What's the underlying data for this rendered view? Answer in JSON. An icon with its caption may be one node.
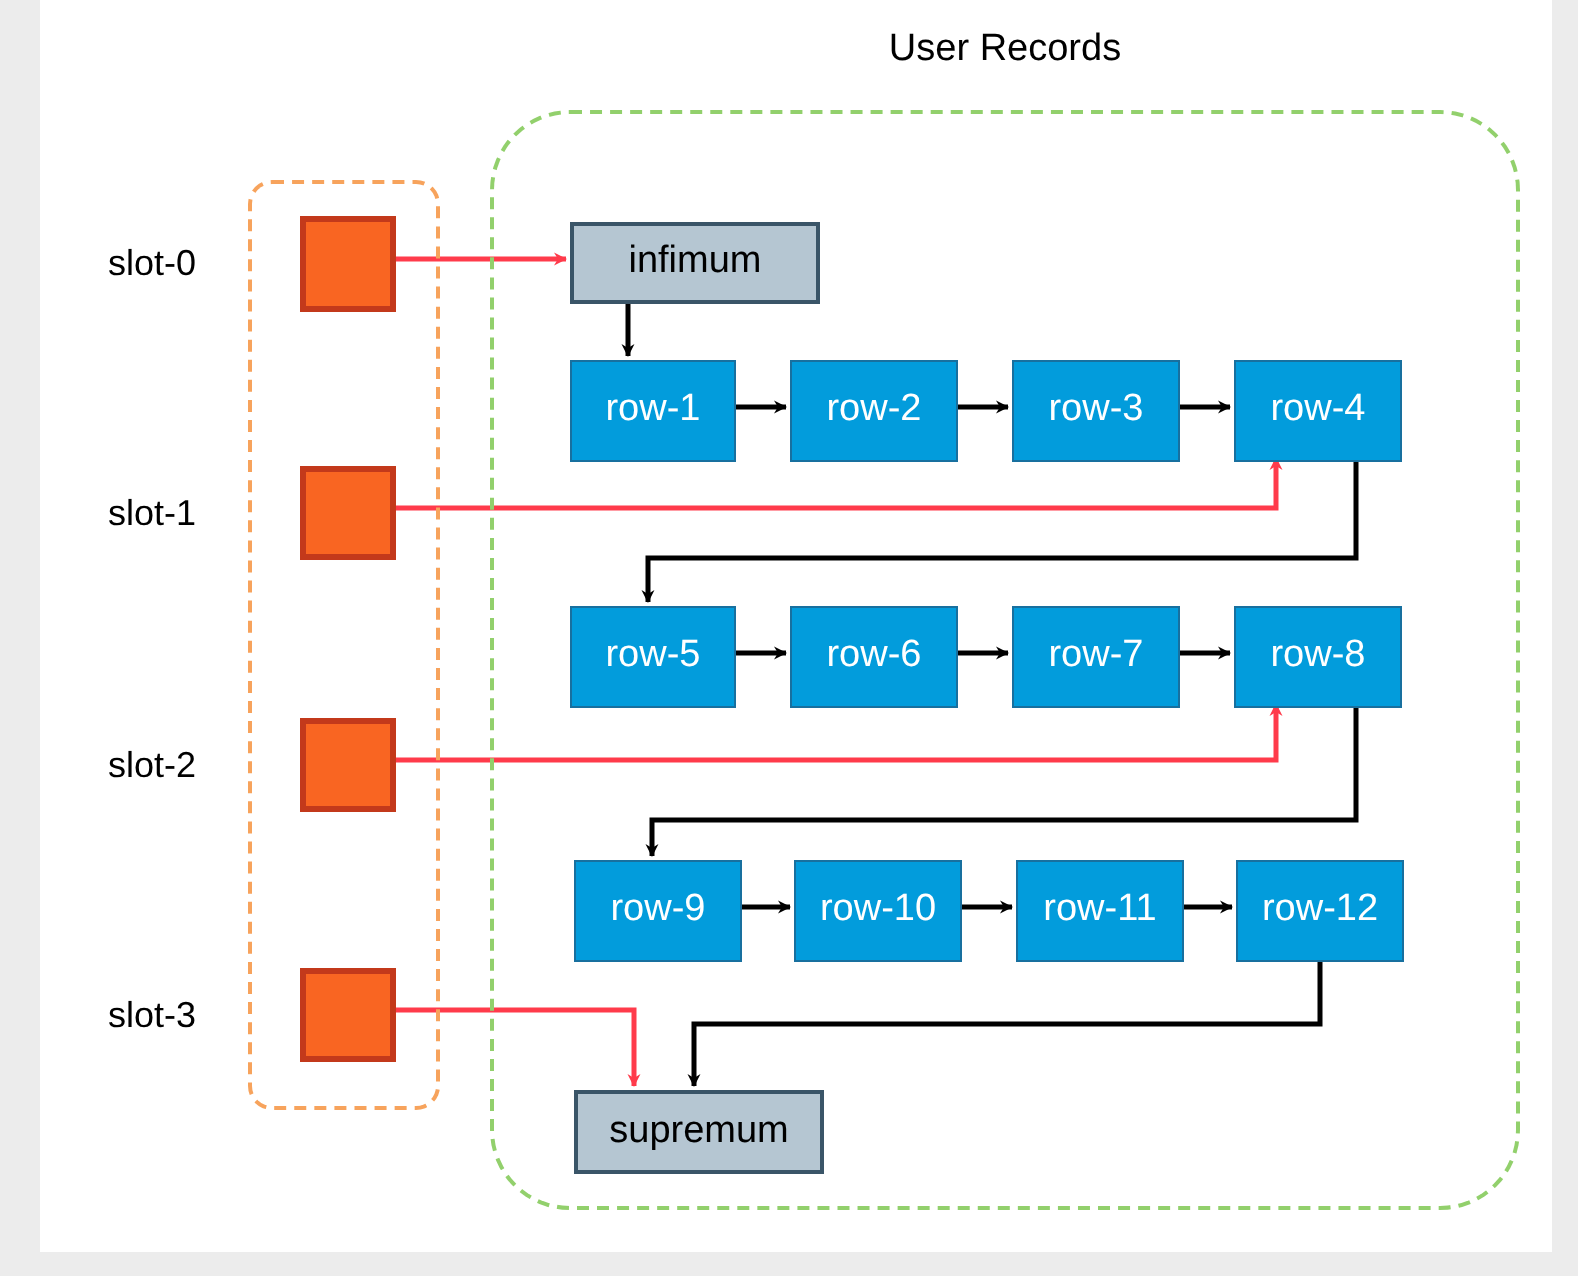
{
  "diagram": {
    "nodes": [
      {
        "text": [
          "User Records"
        ]
      },
      {
        "text": [],
        "shape": "box"
      },
      {
        "text": [],
        "shape": "box",
        "in": 1,
        "beside": [
          "slot-0"
        ]
      },
      {
        "text": [],
        "shape": "box",
        "in": 1,
        "beside": [
          "slot-1"
        ]
      },
      {
        "text": [],
        "shape": "box",
        "in": 1,
        "beside": [
          "slot-2"
        ]
      },
      {
        "text": [],
        "shape": "box",
        "in": 1,
        "beside": [
          "slot-3"
        ]
      },
      {
        "text": [
          "infimum"
        ],
        "in": 0
      },
      {
        "text": [
          "row-1"
        ],
        "in": 0
      },
      {
        "text": [
          "row-2"
        ],
        "in": 0
      },
      {
        "text": [
          "row-3"
        ],
        "in": 0
      },
      {
        "text": [
          "row-4"
        ],
        "in": 0
      },
      {
        "text": [
          "row-5"
        ],
        "in": 0
      },
      {
        "text": [
          "row-6"
        ],
        "in": 0
      },
      {
        "text": [
          "row-7"
        ],
        "in": 0
      },
      {
        "text": [
          "row-8"
        ],
        "in": 0
      },
      {
        "text": [
          "row-9"
        ],
        "in": 0
      },
      {
        "text": [
          "row-10"
        ],
        "in": 0
      },
      {
        "text": [
          "row-11"
        ],
        "in": 0
      },
      {
        "text": [
          "row-12"
        ],
        "in": 0
      },
      {
        "text": [
          "supremum"
        ],
        "in": 0
      }
    ],
    "edges": [
      {
        "from": 2,
        "to": 6,
        "arrow": "to",
        "color": "#ff3b4b"
      },
      {
        "from": 3,
        "to": 10,
        "arrow": "to",
        "color": "#ff3b4b"
      },
      {
        "from": 4,
        "to": 14,
        "arrow": "to",
        "color": "#ff3b4b"
      },
      {
        "from": 5,
        "to": 19,
        "arrow": "to",
        "color": "#ff3b4b"
      },
      {
        "from": 6,
        "to": 7,
        "arrow": "to"
      },
      {
        "from": 7,
        "to": 8,
        "arrow": "to"
      },
      {
        "from": 8,
        "to": 9,
        "arrow": "to"
      },
      {
        "from": 9,
        "to": 10,
        "arrow": "to"
      },
      {
        "from": 10,
        "to": 11,
        "arrow": "to"
      },
      {
        "from": 11,
        "to": 12,
        "arrow": "to"
      },
      {
        "from": 12,
        "to": 13,
        "arrow": "to"
      },
      {
        "from": 13,
        "to": 14,
        "arrow": "to"
      },
      {
        "from": 14,
        "to": 15,
        "arrow": "to"
      },
      {
        "from": 15,
        "to": 16,
        "arrow": "to"
      },
      {
        "from": 16,
        "to": 17,
        "arrow": "to"
      },
      {
        "from": 17,
        "to": 18,
        "arrow": "to"
      },
      {
        "from": 18,
        "to": 19,
        "arrow": "to"
      }
    ]
  }
}
